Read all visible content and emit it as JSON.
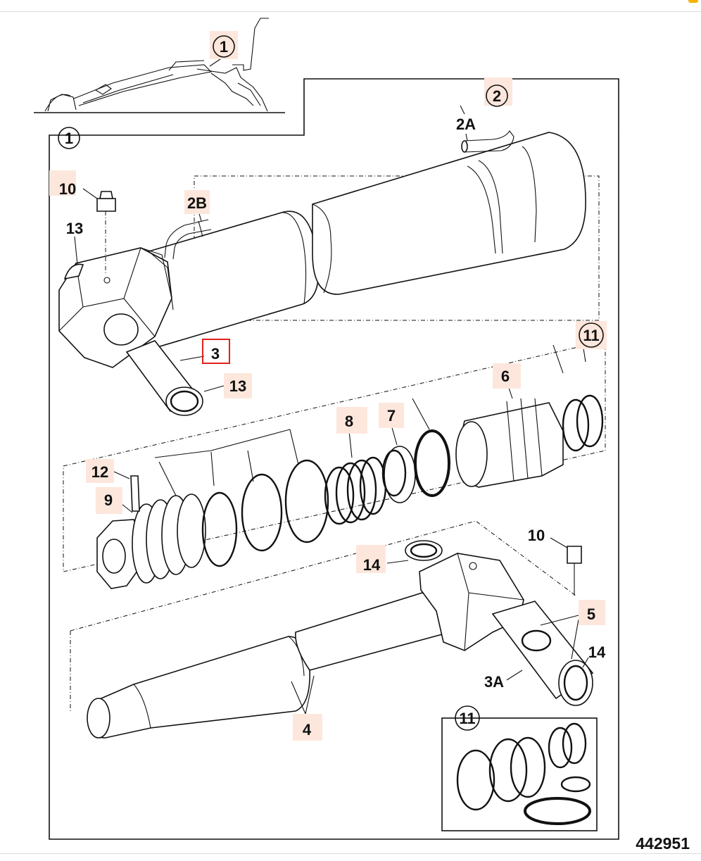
{
  "figure_number": "442951",
  "callouts": {
    "c1_top": "1",
    "c1_frame": "1",
    "c2": "2",
    "c2a": "2A",
    "c2b": "2B",
    "c3": "3",
    "c3a": "3A",
    "c4": "4",
    "c5": "5",
    "c6": "6",
    "c7": "7",
    "c8": "8",
    "c9": "9",
    "c10_top": "10",
    "c10_bottom": "10",
    "c11_main": "11",
    "c11_inset": "11",
    "c12": "12",
    "c13_top": "13",
    "c13_bottom": "13",
    "c14_left": "14",
    "c14_right": "14"
  },
  "colors": {
    "highlight": "#fde7dc",
    "selected_box": "#e0201b",
    "ink": "#111111",
    "accent_corner": "#f6b400"
  }
}
